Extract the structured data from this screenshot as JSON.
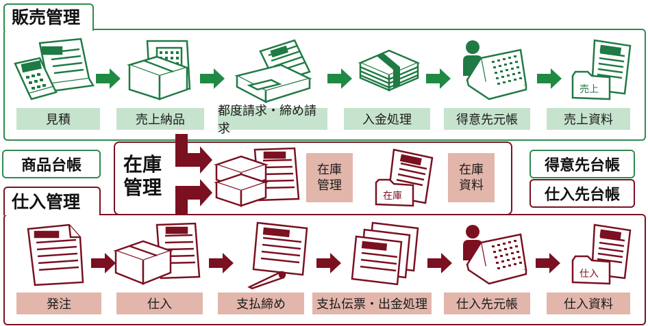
{
  "colors": {
    "green": "#2e8a4f",
    "green_label": "#c6e3cd",
    "red": "#7a1020",
    "red_label": "#e2b6ab"
  },
  "sales": {
    "title": "販売管理",
    "steps": [
      "見積",
      "売上納品",
      "都度請求・締め請求",
      "入金処理",
      "得意先元帳",
      "売上資料"
    ],
    "icons": [
      "calculator-with-document-icon",
      "box-with-document-icon",
      "printer-icon",
      "money-bundle-icon",
      "person-with-ledger-icon",
      "folder-with-documents-icon"
    ],
    "folder_tag": "売上"
  },
  "product_ledger": "商品台帳",
  "inventory": {
    "title_line1": "在庫",
    "title_line2": "管理",
    "stock_mgmt": "在庫\n管理",
    "stock_data": "在庫\n資料",
    "folder_tag": "在庫"
  },
  "customer_ledger": "得意先台帳",
  "supplier_ledger": "仕入先台帳",
  "purchase": {
    "title": "仕入管理",
    "steps": [
      "発注",
      "仕入",
      "支払締め",
      "支払伝票・出金処理",
      "仕入先元帳",
      "仕入資料"
    ],
    "icons": [
      "order-document-icon",
      "box-with-document-icon",
      "document-with-pen-icon",
      "stacked-slips-icon",
      "person-with-ledger-icon",
      "folder-with-documents-icon"
    ],
    "folder_tag": "仕入"
  }
}
